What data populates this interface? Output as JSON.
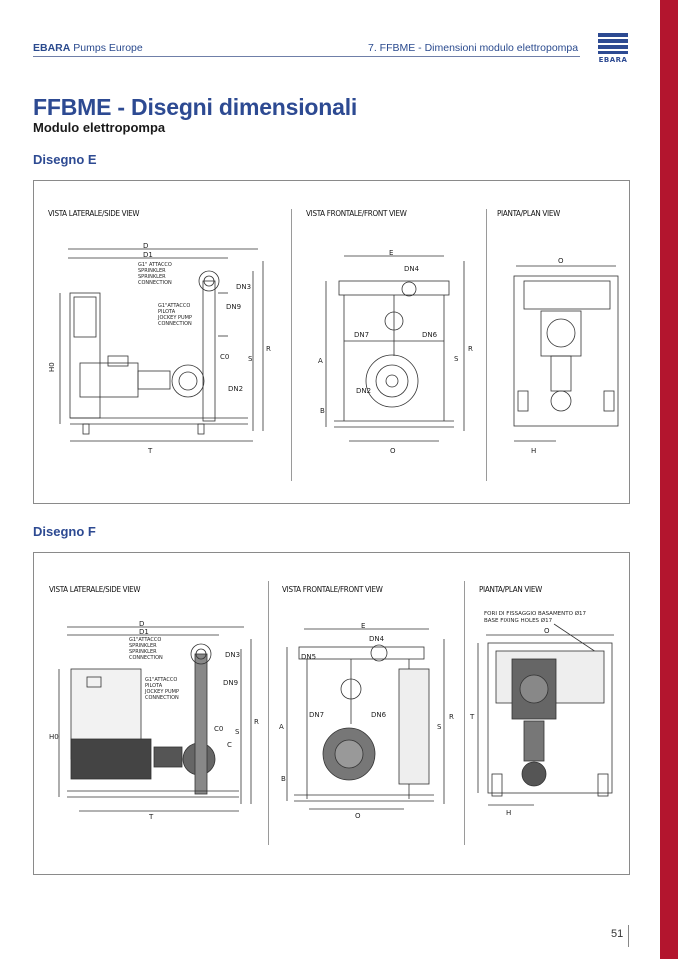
{
  "header": {
    "brand_bold": "EBARA",
    "brand_rest": " Pumps Europe",
    "section": "7.  FFBME - Dimensioni modulo elettropompa",
    "logo_text": "EBARA"
  },
  "page": {
    "title": "FFBME - Disegni dimensionali",
    "subtitle": "Modulo elettropompa",
    "page_number": "51"
  },
  "drawing_e": {
    "heading": "Disegno E",
    "side_label": "VISTA LATERALE/SIDE VIEW",
    "front_label": "VISTA FRONTALE/FRONT VIEW",
    "plan_label": "PIANTA/PLAN VIEW",
    "note_sprinkler": [
      "G1\" ATTACCO",
      "SPRINKLER",
      "SPRINKLER",
      "CONNECTION"
    ],
    "note_jockey": [
      "G1\"ATTACCO",
      "PILOTA",
      "JOCKEY PUMP",
      "CONNECTION"
    ],
    "dims": {
      "d": "D",
      "d1": "D1",
      "dn3": "DN3",
      "dn9": "DN9",
      "c0": "C0",
      "dn2": "DN2",
      "h0": "H0",
      "s": "S",
      "r": "R",
      "t": "T",
      "e": "E",
      "dn4": "DN4",
      "dn7": "DN7",
      "dn6": "DN6",
      "a": "A",
      "b": "B",
      "o": "O",
      "h": "H"
    }
  },
  "drawing_f": {
    "heading": "Disegno F",
    "side_label": "VISTA LATERALE/SIDE VIEW",
    "front_label": "VISTA FRONTALE/FRONT VIEW",
    "plan_label": "PIANTA/PLAN VIEW",
    "note_sprinkler": [
      "G1\"ATTACCO",
      "SPRINKLER",
      "SPRINKLER",
      "CONNECTION"
    ],
    "note_jockey": [
      "G1\"ATTACCO",
      "PILOTA",
      "JOCKEY PUMP",
      "CONNECTION"
    ],
    "fixing_holes": [
      "FORI DI FISSAGGIO BASAMENTO Ø17",
      "BASE FIXING HOLES Ø17"
    ],
    "dims": {
      "d": "D",
      "d1": "D1",
      "dn3": "DN3",
      "dn9": "DN9",
      "c0": "C0",
      "c": "C",
      "h0": "H0",
      "s": "S",
      "r": "R",
      "t": "T",
      "e": "E",
      "dn4": "DN4",
      "dn5": "DN5",
      "dn7": "DN7",
      "dn6": "DN6",
      "a": "A",
      "b": "B",
      "o": "O",
      "h": "H"
    }
  }
}
